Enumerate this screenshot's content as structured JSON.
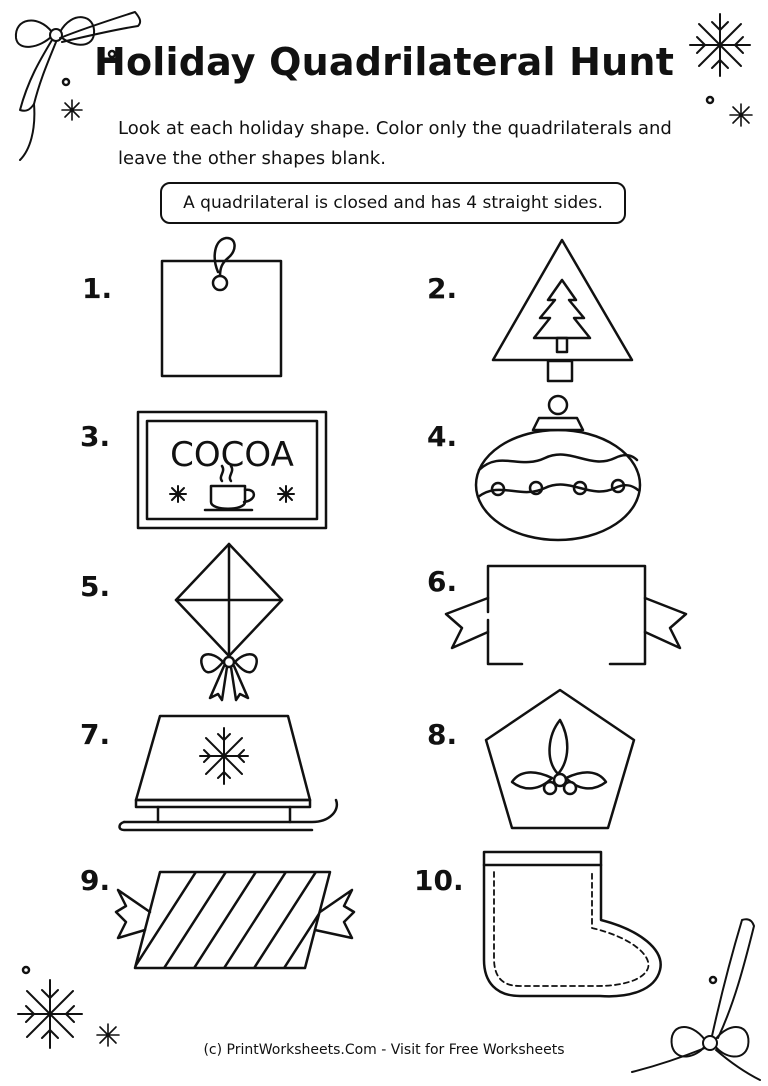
{
  "worksheet": {
    "title": "Holiday Quadrilateral Hunt",
    "instructions": "Look at each holiday shape. Color only the quadrilaterals and leave the other shapes blank.",
    "definition": "A quadrilateral is closed and has 4 straight sides.",
    "cocoa_sign_text": "COCOA",
    "footer": "(c) PrintWorksheets.Com - Visit for Free Worksheets"
  },
  "items": [
    {
      "number": "1.",
      "shape": "square-gift-tag-icon"
    },
    {
      "number": "2.",
      "shape": "triangle-tree-icon"
    },
    {
      "number": "3.",
      "shape": "cocoa-sign-icon"
    },
    {
      "number": "4.",
      "shape": "ornament-icon"
    },
    {
      "number": "5.",
      "shape": "kite-icon"
    },
    {
      "number": "6.",
      "shape": "open-banner-icon"
    },
    {
      "number": "7.",
      "shape": "sled-trapezoid-icon"
    },
    {
      "number": "8.",
      "shape": "pentagon-holly-icon"
    },
    {
      "number": "9.",
      "shape": "candy-parallelogram-icon"
    },
    {
      "number": "10.",
      "shape": "stocking-icon"
    }
  ]
}
